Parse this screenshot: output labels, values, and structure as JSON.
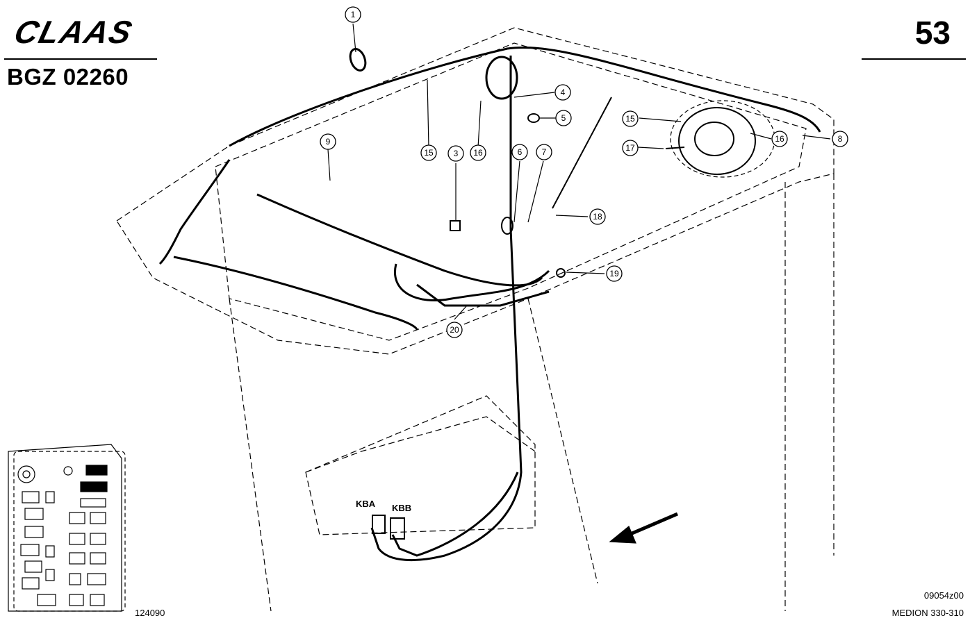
{
  "header": {
    "brand": "CLAAS",
    "doc_code": "BGZ 02260",
    "page_number": "53"
  },
  "footer": {
    "ref_left": "124090",
    "image_code": "09054z00",
    "model": "MEDION 330-310"
  },
  "callouts": [
    "1",
    "3",
    "4",
    "5",
    "6",
    "7",
    "8",
    "9",
    "15",
    "16",
    "16",
    "15",
    "17",
    "18",
    "19",
    "20"
  ],
  "connectors": {
    "a": "KBA",
    "b": "KBB"
  },
  "colors": {
    "ink": "#000000",
    "paper": "#ffffff"
  }
}
